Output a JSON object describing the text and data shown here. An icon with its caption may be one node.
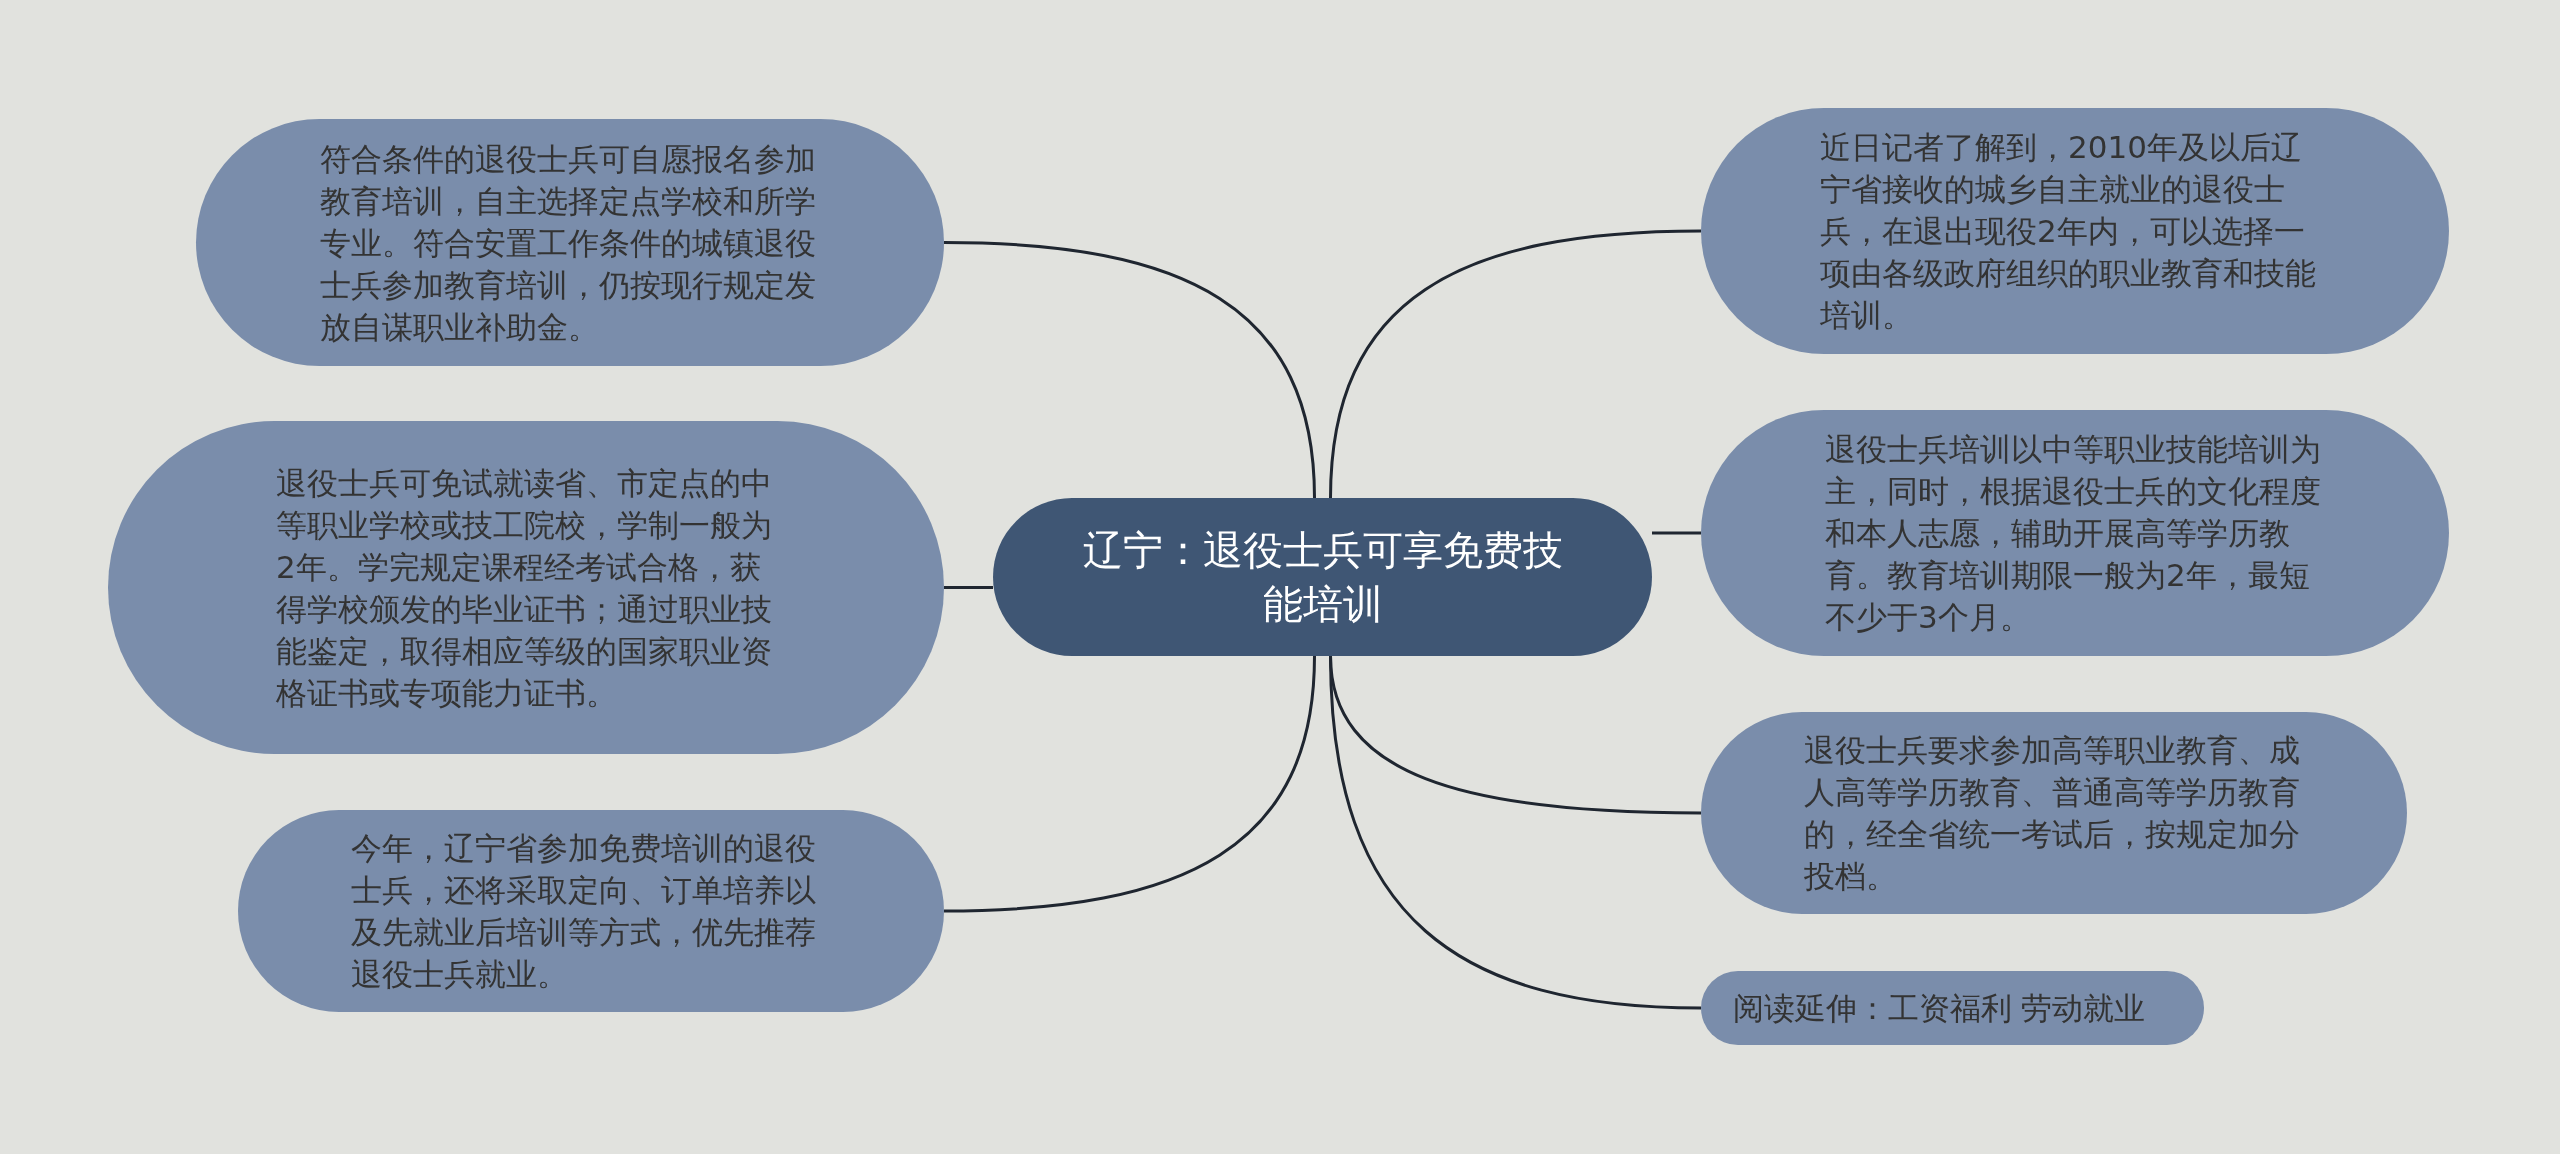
{
  "diagram": {
    "nodes": [
      {
        "text": [
          "辽宁：退役士兵可享免费技能培训"
        ]
      },
      {
        "text": [
          "符合条件的退役士兵可自愿报名参加教育培训，自主选择定点学校和所学专业。符合安置工作条件的城镇退役士兵参加教育培训，仍按现行规定发放自谋职业补助金。"
        ]
      },
      {
        "text": [
          "退役士兵可免试就读省、市定点的中等职业学校或技工院校，学制一般为2年。学完规定课程经考试合格，获得学校颁发的毕业证书；通过职业技能鉴定，取得相应等级的国家职业资格证书或专项能力证书。"
        ]
      },
      {
        "text": [
          "今年，辽宁省参加免费培训的退役士兵，还将采取定向、订单培养以及先就业后培训等方式，优先推荐退役士兵就业。"
        ]
      },
      {
        "text": [
          "近日记者了解到，2010年及以后辽宁省接收的城乡自主就业的退役士兵，在退出现役2年内，可以选择一项由各级政府组织的职业教育和技能培训。"
        ]
      },
      {
        "text": [
          "退役士兵培训以中等职业技能培训为主，同时，根据退役士兵的文化程度和本人志愿，辅助开展高等学历教育。教育培训期限一般为2年，最短不少于3个月。"
        ]
      },
      {
        "text": [
          "退役士兵要求参加高等职业教育、成人高等学历教育、普通高等学历教育的，经全省统一考试后，按规定加分投档。"
        ]
      },
      {
        "text": [
          "阅读延伸：工资福利 劳动就业"
        ]
      }
    ],
    "edges": [
      {
        "from": 0,
        "to": 1,
        "arrow": "none"
      },
      {
        "from": 0,
        "to": 2,
        "arrow": "none"
      },
      {
        "from": 0,
        "to": 3,
        "arrow": "none"
      },
      {
        "from": 0,
        "to": 4,
        "arrow": "none"
      },
      {
        "from": 0,
        "to": 5,
        "arrow": "none"
      },
      {
        "from": 0,
        "to": 6,
        "arrow": "none"
      },
      {
        "from": 0,
        "to": 7,
        "arrow": "none"
      }
    ]
  }
}
